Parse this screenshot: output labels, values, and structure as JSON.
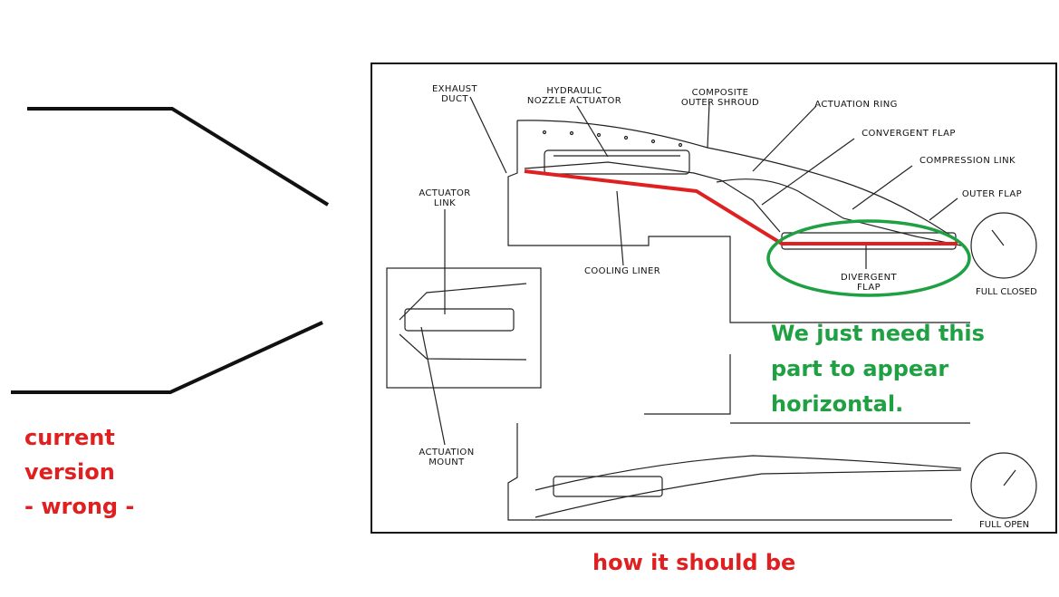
{
  "left_note": {
    "line1": "current",
    "line2": "version",
    "line3": "- wrong -"
  },
  "caption": "how it should be",
  "green_note": {
    "line1": "We just need this",
    "line2": "part to appear",
    "line3": "horizontal."
  },
  "labels": {
    "exhaust_duct": "EXHAUST\nDUCT",
    "hydraulic_actuator": "HYDRAULIC\nNOZZLE ACTUATOR",
    "composite_shroud": "COMPOSITE\nOUTER SHROUD",
    "actuation_ring": "ACTUATION RING",
    "convergent_flap": "CONVERGENT FLAP",
    "compression_link": "COMPRESSION LINK",
    "outer_flap": "OUTER FLAP",
    "actuator_link": "ACTUATOR\nLINK",
    "cooling_liner": "COOLING LINER",
    "divergent_flap": "DIVERGENT\nFLAP",
    "actuation_mount": "ACTUATION\nMOUNT",
    "full_closed": "FULL CLOSED",
    "full_open": "FULL OPEN"
  },
  "colors": {
    "red": "#e02020",
    "green": "#1fa043",
    "ink": "#111111"
  }
}
